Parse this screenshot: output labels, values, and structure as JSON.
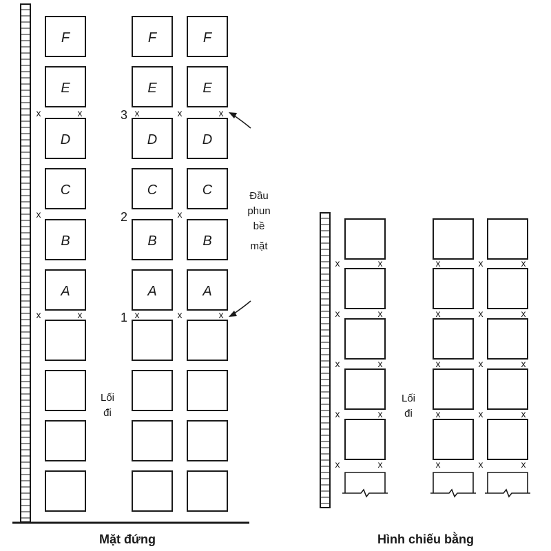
{
  "elevation": {
    "caption": "Mặt đứng",
    "aisle_label": [
      "Lối",
      "đi"
    ],
    "sprinkler_label": [
      "Đầu",
      "phun",
      "bề",
      "mặt"
    ],
    "tier_letters": [
      "F",
      "E",
      "D",
      "C",
      "B",
      "A"
    ],
    "level_numbers": [
      "3",
      "2",
      "1"
    ],
    "sprinkler_mark": "x"
  },
  "plan": {
    "caption": "Hình chiếu bằng",
    "aisle_label": [
      "Lối",
      "đi"
    ],
    "sprinkler_mark": "x"
  }
}
